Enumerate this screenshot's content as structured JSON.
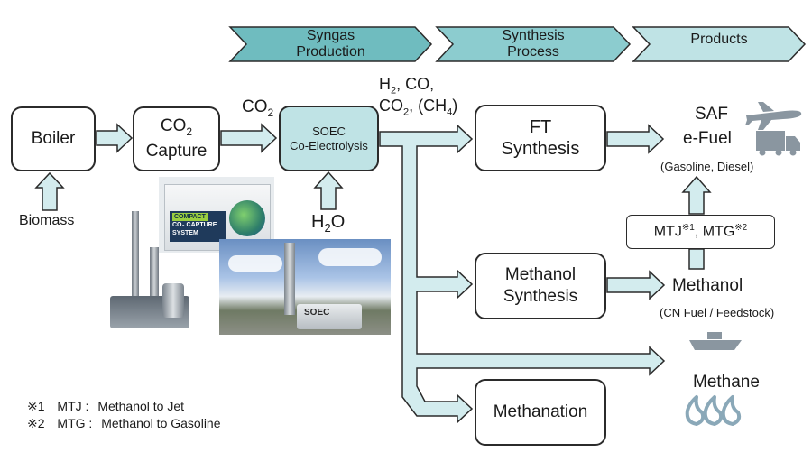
{
  "phases": [
    {
      "line1": "Syngas",
      "line2": "Production"
    },
    {
      "line1": "Synthesis",
      "line2": "Process"
    },
    {
      "line1": "Products",
      "line2": ""
    }
  ],
  "boxes": {
    "boiler": "Boiler",
    "co2_capture_line1": "CO",
    "co2_capture_sub": "2",
    "co2_capture_line2": "Capture",
    "soec_line1": "SOEC",
    "soec_line2": "Co-Electrolysis",
    "ft_line1": "FT",
    "ft_line2": "Synthesis",
    "methanol_line1": "Methanol",
    "methanol_line2": "Synthesis",
    "methanation": "Methanation",
    "mtj_mtg_a": "MTJ",
    "mtj_mtg_s1": "※1",
    "mtj_mtg_b": ", MTG",
    "mtj_mtg_s2": "※2"
  },
  "labels": {
    "biomass": "Biomass",
    "co2": "CO",
    "co2_sub": "2",
    "h2o_a": "H",
    "h2o_sub": "2",
    "h2o_b": "O",
    "syngas_line1_a": "H",
    "syngas_line1_sub": "2",
    "syngas_line1_b": ", CO,",
    "syngas_line2_a": "CO",
    "syngas_line2_sub": "2",
    "syngas_line2_b": ", (CH",
    "syngas_line2_sub2": "4",
    "syngas_line2_c": ")"
  },
  "products": {
    "saf": "SAF",
    "efuel": "e-Fuel",
    "efuel_note": "(Gasoline, Diesel)",
    "methanol": "Methanol",
    "methanol_note": "(CN Fuel / Feedstock)",
    "methane": "Methane"
  },
  "photos": {
    "capture_panel_line1": "COMPACT",
    "capture_panel_line2": "CO₂ CAPTURE",
    "capture_panel_line3": "SYSTEM",
    "soec_unit": "SOEC"
  },
  "footnotes": [
    {
      "mark": "※1",
      "abbr": "MTJ :",
      "text": "Methanol to Jet"
    },
    {
      "mark": "※2",
      "abbr": "MTG :",
      "text": "Methanol to Gasoline"
    }
  ],
  "colors": {
    "arrow_fill": "#d3ecee",
    "arrow_stroke": "#2b2b2b",
    "phase_fill": "#6fbcbf",
    "phase_fill_light": "#bfe3e5",
    "teal_box": "#bfe3e5",
    "icon_gray": "#8a96a0"
  },
  "icons": [
    "airplane-icon",
    "truck-icon",
    "ship-icon",
    "flame-icon"
  ]
}
